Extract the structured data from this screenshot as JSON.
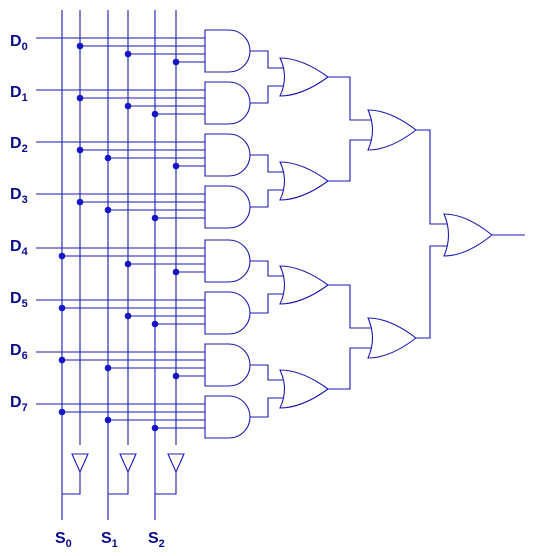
{
  "diagram": {
    "colors": {
      "wire": "#1a1ab4",
      "junction": "#1414c8",
      "label": "#0a0a8c",
      "background": "#ffffff"
    },
    "data_inputs": [
      {
        "main": "D",
        "sub": "0"
      },
      {
        "main": "D",
        "sub": "1"
      },
      {
        "main": "D",
        "sub": "2"
      },
      {
        "main": "D",
        "sub": "3"
      },
      {
        "main": "D",
        "sub": "4"
      },
      {
        "main": "D",
        "sub": "5"
      },
      {
        "main": "D",
        "sub": "6"
      },
      {
        "main": "D",
        "sub": "7"
      }
    ],
    "select_inputs": [
      {
        "main": "S",
        "sub": "0"
      },
      {
        "main": "S",
        "sub": "1"
      },
      {
        "main": "S",
        "sub": "2"
      }
    ],
    "gates": {
      "and_count": 8,
      "or_count": 7,
      "not_count": 3
    }
  }
}
